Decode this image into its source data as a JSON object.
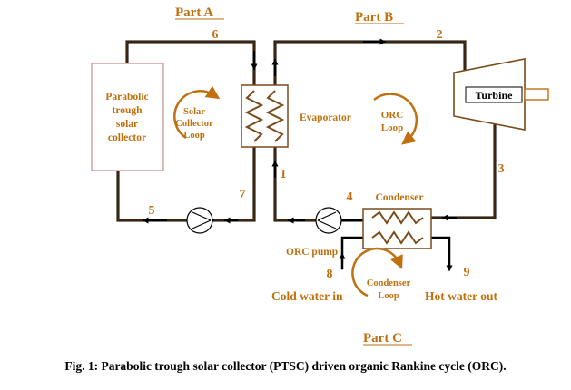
{
  "parts": {
    "a": "Part A",
    "b": "Part B",
    "c": "Part C"
  },
  "components": {
    "collector": [
      "Parabolic",
      "trough",
      "solar",
      "collector"
    ],
    "evaporator": "Evaporator",
    "turbine": "Turbine",
    "condenser": "Condenser",
    "orc_pump": "ORC pump"
  },
  "loops": {
    "solar": [
      "Solar",
      "Collector",
      "Loop"
    ],
    "orc": [
      "ORC",
      "Loop"
    ],
    "condenser": [
      "Condenser",
      "Loop"
    ]
  },
  "states": {
    "s1": "1",
    "s2": "2",
    "s3": "3",
    "s4": "4",
    "s5": "5",
    "s6": "6",
    "s7": "7",
    "s8": "8",
    "s9": "9"
  },
  "streams": {
    "cold_in": "Cold water in",
    "hot_out": "Hot water out"
  },
  "caption": "Fig. 1: Parabolic trough solar collector (PTSC) driven organic Rankine cycle (ORC).",
  "colors": {
    "accent": "#c0700f",
    "pipe": "#000000",
    "pipe_hot": "#7a4a1a",
    "collector_border": "#c58a8a"
  }
}
